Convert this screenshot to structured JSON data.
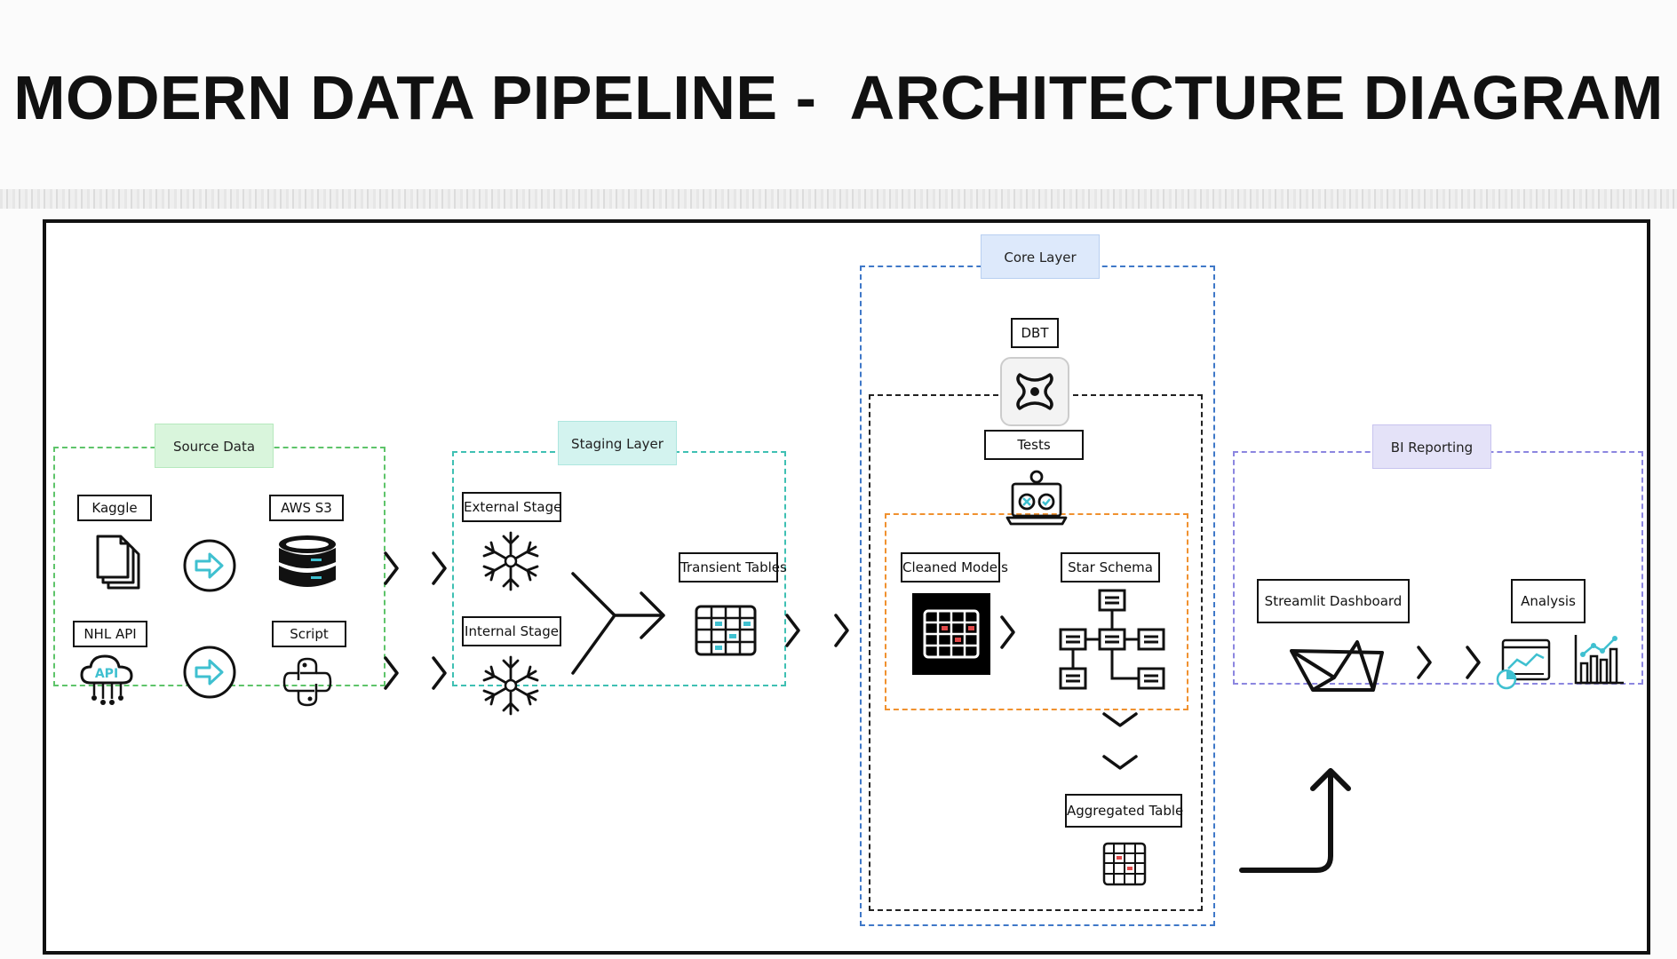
{
  "title": "MODERN DATA PIPELINE -  ARCHITECTURE DIAGRAM",
  "groups": {
    "source": {
      "label": "Source Data",
      "color": "#5ec46a",
      "fill": "#d9f5dc"
    },
    "staging": {
      "label": "Staging Layer",
      "color": "#3fc0b3",
      "fill": "#d3f3ef"
    },
    "core": {
      "label": "Core Layer",
      "color": "#3f78c8",
      "fill": "#dde9fb"
    },
    "bi": {
      "label": "BI Reporting",
      "color": "#8c86e0",
      "fill": "#e4e2f8"
    },
    "dbt_inner_color": "#222222",
    "models_color": "#f0912f"
  },
  "nodes": {
    "kaggle": "Kaggle",
    "aws_s3": "AWS S3",
    "nhl_api": "NHL API",
    "script": "Script",
    "api_text": "API",
    "external_stage": "External Stage",
    "internal_stage": "Internal Stage",
    "transient_tables": "Transient Tables",
    "dbt": "DBT",
    "tests": "Tests",
    "cleaned_models": "Cleaned Models",
    "star_schema": "Star Schema",
    "aggregated_table": "Aggregated Table",
    "streamlit_dashboard": "Streamlit Dashboard",
    "analysis": "Analysis"
  },
  "icons": [
    "files-icon",
    "arrow-right-circle-icon",
    "database-icon",
    "cloud-api-icon",
    "python-icon",
    "snowflake-icon",
    "table-grid-icon",
    "dbt-icon",
    "test-laptop-icon",
    "star-schema-icon",
    "streamlit-boat-icon",
    "analysis-chart-icon",
    "bar-chart-icon",
    "chevron-right-icon",
    "chevron-down-icon"
  ],
  "accent": "#3fc0d0"
}
